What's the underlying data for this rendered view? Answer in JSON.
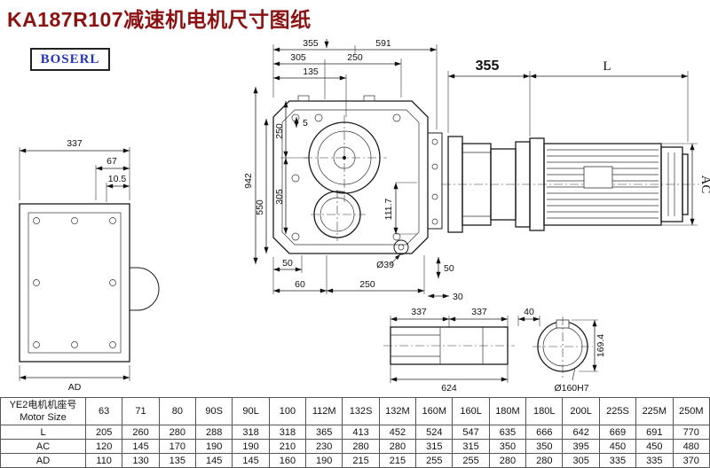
{
  "title": "KA187R107减速机电机尺寸图纸",
  "logo": "BOSERL",
  "colors": {
    "title_color": "#8b1212",
    "logo_color": "#2233bb",
    "line_color": "#1a1a1a"
  },
  "dims": {
    "left": {
      "d337": "337",
      "d67": "67",
      "d10_5": "10.5",
      "dAD": "AD"
    },
    "front": {
      "d355": "355",
      "d591": "591",
      "d305a": "305",
      "d250a": "250",
      "d135": "135",
      "d942": "942",
      "d550": "550",
      "d250b": "250",
      "d305b": "305",
      "d5": "5",
      "d111_7": "111.7",
      "d50a": "50",
      "d60": "60",
      "d250c": "250",
      "d39": "Ø39",
      "d50b": "50",
      "d30": "30"
    },
    "side": {
      "d355": "355",
      "dL": "L",
      "dAC": "AC"
    },
    "shaft": {
      "d337a": "337",
      "d337b": "337",
      "d624": "624"
    },
    "bore": {
      "d40": "40",
      "d169_4": "169.4",
      "d160": "Ø160H7"
    }
  },
  "table": {
    "header_cn": "YE2电机机座号",
    "header_en": "Motor Size",
    "columns": [
      "63",
      "71",
      "80",
      "90S",
      "90L",
      "100",
      "112M",
      "132S",
      "132M",
      "160M",
      "160L",
      "180M",
      "180L",
      "200L",
      "225S",
      "225M",
      "250M"
    ],
    "rows": [
      {
        "label": "L",
        "values": [
          "205",
          "260",
          "280",
          "288",
          "318",
          "318",
          "365",
          "413",
          "452",
          "524",
          "547",
          "635",
          "666",
          "642",
          "669",
          "691",
          "770"
        ]
      },
      {
        "label": "AC",
        "values": [
          "120",
          "145",
          "170",
          "190",
          "190",
          "210",
          "230",
          "280",
          "280",
          "315",
          "315",
          "350",
          "350",
          "395",
          "450",
          "450",
          "480"
        ]
      },
      {
        "label": "AD",
        "values": [
          "110",
          "130",
          "135",
          "145",
          "145",
          "160",
          "190",
          "215",
          "215",
          "255",
          "255",
          "280",
          "280",
          "305",
          "335",
          "335",
          "370"
        ]
      }
    ]
  }
}
